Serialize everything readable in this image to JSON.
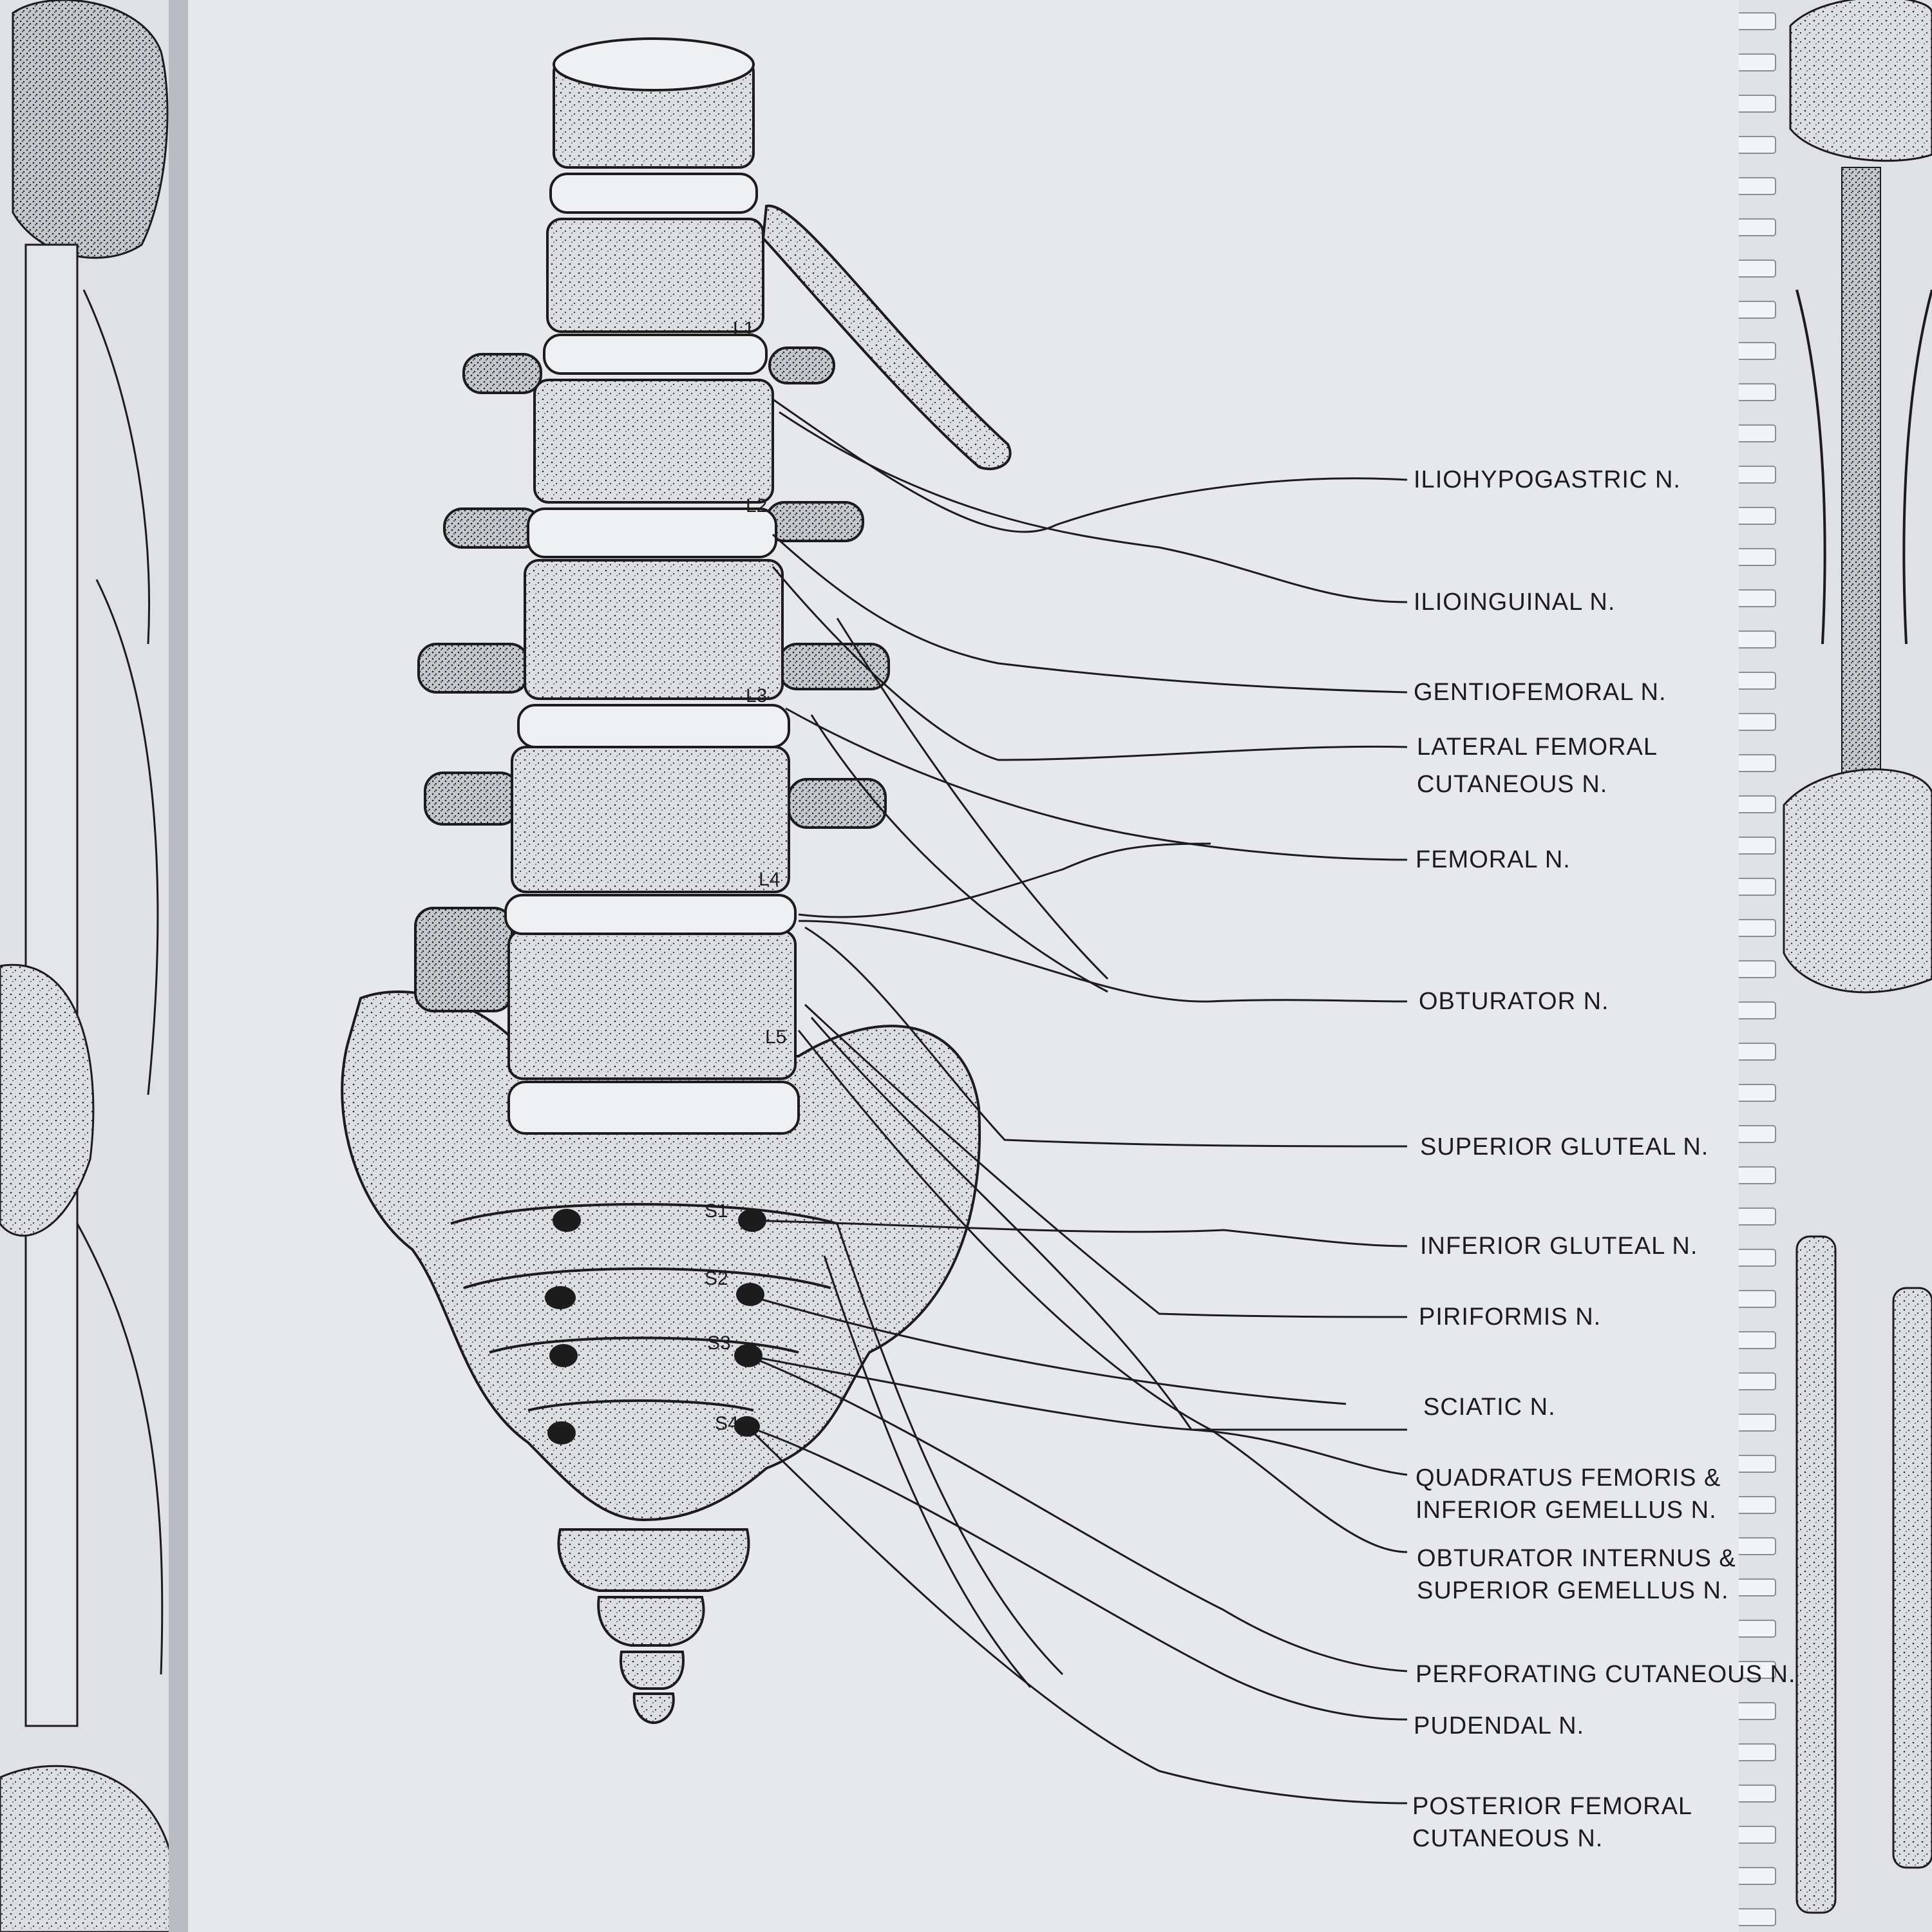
{
  "colors": {
    "paper": "#e6e8eb",
    "paper_edge": "#d6d9dd",
    "ink": "#1c1c1c",
    "bone_fill": "#dcdee1",
    "disc_fill": "#eef0f2",
    "background": "#c9ccd0"
  },
  "vertebra_labels": [
    "L1",
    "L2",
    "L3",
    "L4",
    "L5",
    "S1",
    "S2",
    "S3",
    "S4"
  ],
  "nerve_labels": [
    [
      "ILIOHYPOGASTRIC N."
    ],
    [
      "ILIOINGUINAL N."
    ],
    [
      "GENTIOFEMORAL N."
    ],
    [
      "LATERAL FEMORAL",
      "CUTANEOUS N."
    ],
    [
      "FEMORAL N."
    ],
    [
      "OBTURATOR N."
    ],
    [
      "SUPERIOR GLUTEAL N."
    ],
    [
      "INFERIOR GLUTEAL N."
    ],
    [
      "PIRIFORMIS N."
    ],
    [
      "SCIATIC N."
    ],
    [
      "QUADRATUS FEMORIS &",
      "INFERIOR GEMELLUS N."
    ],
    [
      "OBTURATOR INTERNUS &",
      "SUPERIOR GEMELLUS N."
    ],
    [
      "PERFORATING CUTANEOUS N."
    ],
    [
      "PUDENDAL N."
    ],
    [
      "POSTERIOR FEMORAL",
      "CUTANEOUS N."
    ]
  ]
}
